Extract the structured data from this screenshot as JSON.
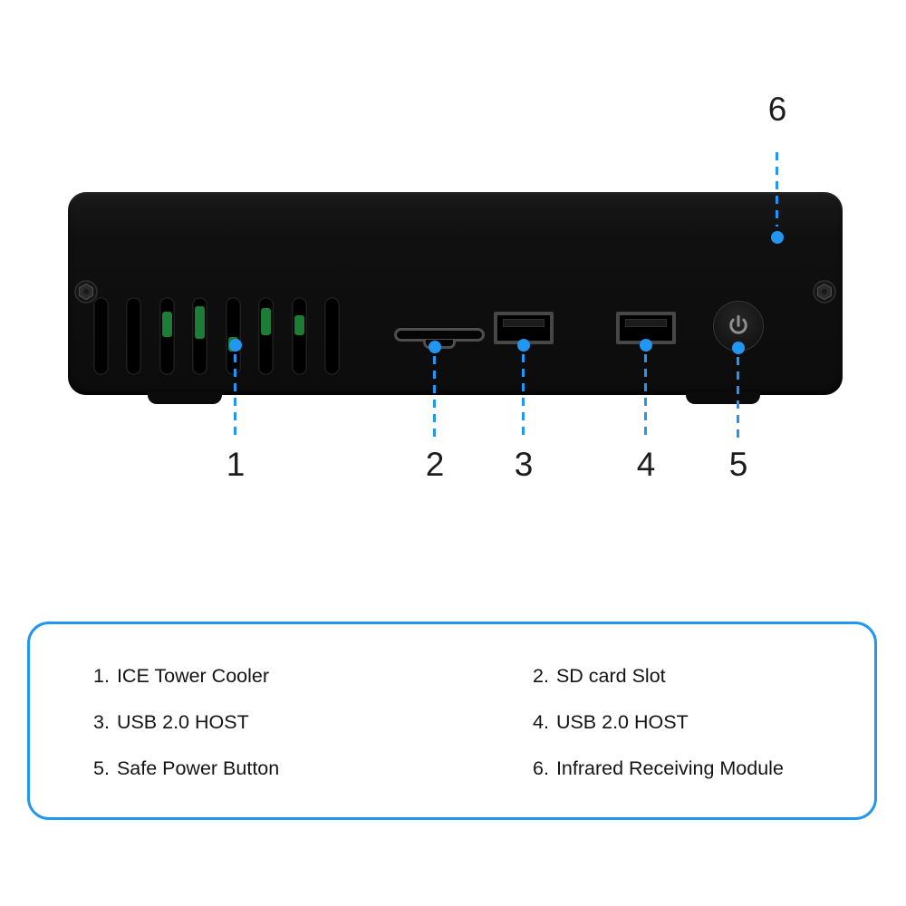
{
  "colors": {
    "accent": "#2196f3",
    "device_body": "#101010",
    "vent_green": "#1d7c35",
    "text": "#1c1c1c"
  },
  "icons": {
    "power_button": "power-symbol",
    "screws": "hex-bolt"
  },
  "callouts": [
    {
      "number": "1"
    },
    {
      "number": "2"
    },
    {
      "number": "3"
    },
    {
      "number": "4"
    },
    {
      "number": "5"
    },
    {
      "number": "6"
    }
  ],
  "legend": {
    "items": [
      {
        "num": "1.",
        "label": "ICE Tower Cooler"
      },
      {
        "num": "2.",
        "label": "SD card Slot"
      },
      {
        "num": "3.",
        "label": "USB 2.0 HOST"
      },
      {
        "num": "4.",
        "label": "USB 2.0 HOST"
      },
      {
        "num": "5.",
        "label": "Safe Power Button"
      },
      {
        "num": "6.",
        "label": "Infrared Receiving Module"
      }
    ]
  }
}
